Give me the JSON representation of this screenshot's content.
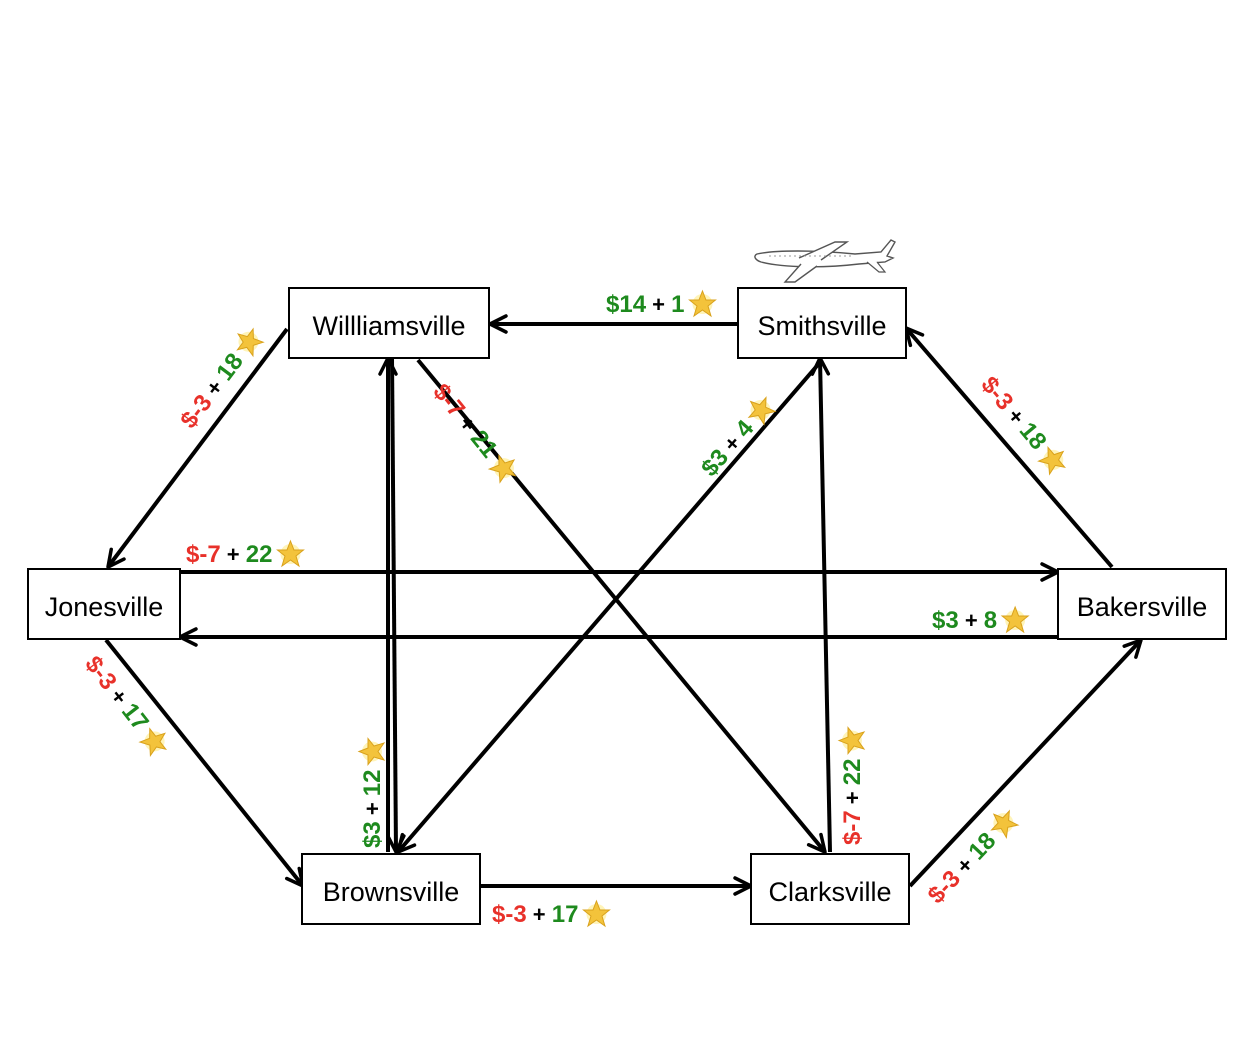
{
  "colors": {
    "cost": "#e8312a",
    "gain": "#1e8a1e",
    "plus": "#000000",
    "star": "#f3c33b"
  },
  "icons": {
    "star": "star-icon",
    "plane": "airplane-icon"
  },
  "nodes": {
    "williamsville": "Willliamsville",
    "smithsville": "Smithsville",
    "jonesville": "Jonesville",
    "bakersville": "Bakersville",
    "brownsville": "Brownsville",
    "clarksville": "Clarksville"
  },
  "edges": [
    {
      "id": "smith-to-will",
      "from": "smithsville",
      "to": "williamsville",
      "cost": "$14",
      "plus": "+",
      "gain": "1",
      "cost_color": "gain",
      "gain_color": "gain"
    },
    {
      "id": "will-to-jones",
      "from": "williamsville",
      "to": "jonesville",
      "cost": "$-3",
      "plus": "+",
      "gain": "18",
      "cost_color": "cost",
      "gain_color": "gain"
    },
    {
      "id": "will-to-clark",
      "from": "williamsville",
      "to": "clarksville",
      "cost": "$-7",
      "plus": "+",
      "gain": "21",
      "cost_color": "cost",
      "gain_color": "gain"
    },
    {
      "id": "bakers-to-smith",
      "from": "bakersville",
      "to": "smithsville",
      "cost": "$-3",
      "plus": "+",
      "gain": "18",
      "cost_color": "cost",
      "gain_color": "gain"
    },
    {
      "id": "jones-to-bakers",
      "from": "jonesville",
      "to": "bakersville",
      "cost": "$-7",
      "plus": "+",
      "gain": "22",
      "cost_color": "cost",
      "gain_color": "gain"
    },
    {
      "id": "bakers-to-jones",
      "from": "bakersville",
      "to": "jonesville",
      "cost": "$3",
      "plus": "+",
      "gain": "8",
      "cost_color": "gain",
      "gain_color": "gain"
    },
    {
      "id": "smith-to-brown",
      "from": "smithsville",
      "to": "brownsville",
      "cost": "$3",
      "plus": "+",
      "gain": "4",
      "cost_color": "gain",
      "gain_color": "gain"
    },
    {
      "id": "jones-to-brown",
      "from": "jonesville",
      "to": "brownsville",
      "cost": "$-3",
      "plus": "+",
      "gain": "17",
      "cost_color": "cost",
      "gain_color": "gain"
    },
    {
      "id": "brown-to-will",
      "from": "brownsville",
      "to": "williamsville",
      "cost": "$3",
      "plus": "+",
      "gain": "12",
      "cost_color": "gain",
      "gain_color": "gain"
    },
    {
      "id": "clark-to-smith",
      "from": "clarksville",
      "to": "smithsville",
      "cost": "$-7",
      "plus": "+",
      "gain": "22",
      "cost_color": "cost",
      "gain_color": "gain"
    },
    {
      "id": "brown-to-clark",
      "from": "brownsville",
      "to": "clarksville",
      "cost": "$-3",
      "plus": "+",
      "gain": "17",
      "cost_color": "cost",
      "gain_color": "gain"
    },
    {
      "id": "clark-to-bakers",
      "from": "clarksville",
      "to": "bakersville",
      "cost": "$-3",
      "plus": "+",
      "gain": "18",
      "cost_color": "cost",
      "gain_color": "gain"
    }
  ]
}
